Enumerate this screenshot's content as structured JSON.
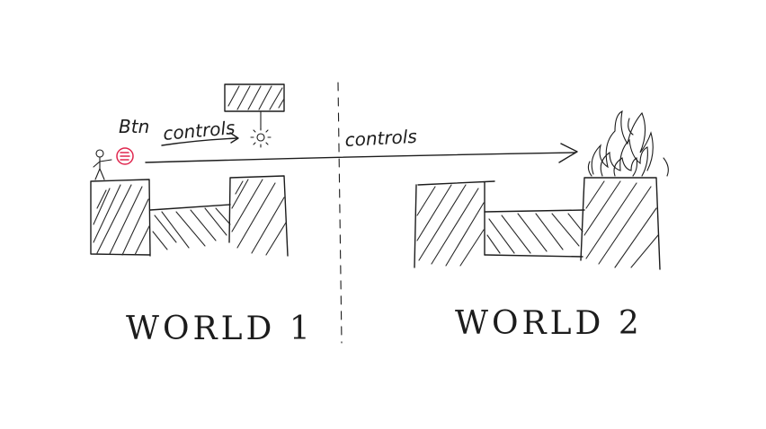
{
  "world1": {
    "label": "WORLD 1"
  },
  "world2": {
    "label": "WORLD 2"
  },
  "button_label": "Btn",
  "arrow1_label": "controls",
  "arrow2_label": "controls",
  "colors": {
    "ink": "#1c1c1c",
    "button": "#e0264e",
    "background": "#ffffff"
  },
  "icons": [
    "stick-figure-icon",
    "button-icon",
    "lamp-icon",
    "fire-icon"
  ]
}
